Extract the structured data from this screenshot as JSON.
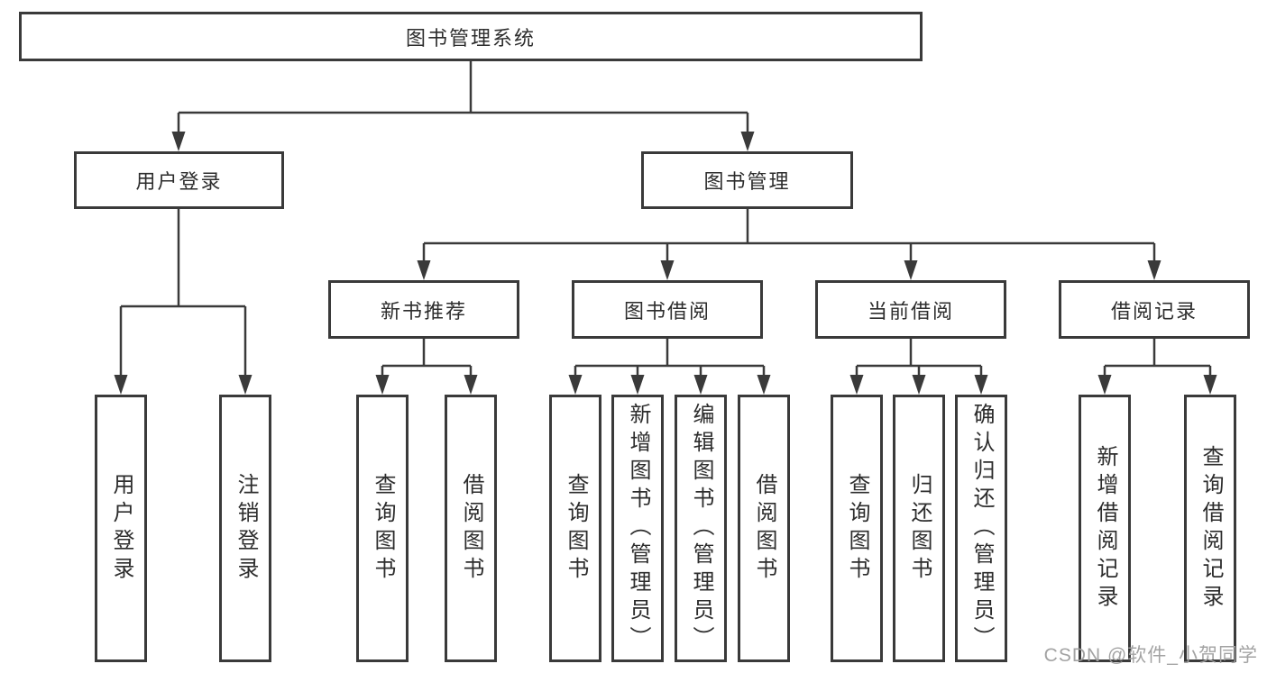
{
  "diagram": {
    "colors": {
      "line": "#3a3a3a",
      "text": "#2d2d2d",
      "background": "#ffffff",
      "watermark": "#9e9e9e"
    },
    "watermark": "CSDN @软件_小贺同学",
    "tree": {
      "label": "图书管理系统",
      "children": [
        {
          "label": "用户登录",
          "children": [
            {
              "label": "用户登录"
            },
            {
              "label": "注销登录"
            }
          ]
        },
        {
          "label": "图书管理",
          "children": [
            {
              "label": "新书推荐",
              "children": [
                {
                  "label": "查询图书"
                },
                {
                  "label": "借阅图书"
                }
              ]
            },
            {
              "label": "图书借阅",
              "children": [
                {
                  "label": "查询图书"
                },
                {
                  "label": "新增图书（管理员）"
                },
                {
                  "label": "编辑图书（管理员）"
                },
                {
                  "label": "借阅图书"
                }
              ]
            },
            {
              "label": "当前借阅",
              "children": [
                {
                  "label": "查询图书"
                },
                {
                  "label": "归还图书"
                },
                {
                  "label": "确认归还（管理员）"
                }
              ]
            },
            {
              "label": "借阅记录",
              "children": [
                {
                  "label": "新增借阅记录"
                },
                {
                  "label": "查询借阅记录"
                }
              ]
            }
          ]
        }
      ]
    }
  }
}
